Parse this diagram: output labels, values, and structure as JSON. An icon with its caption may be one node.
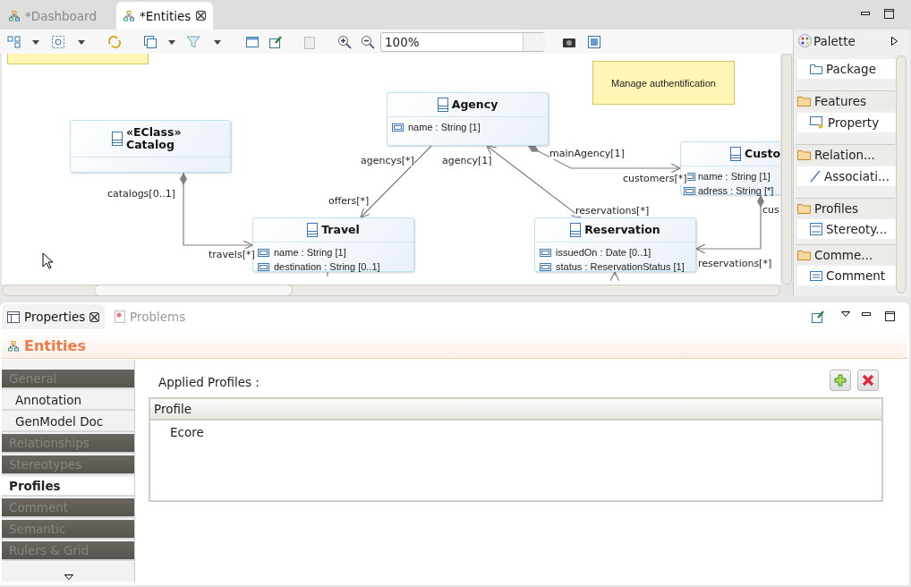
{
  "diagram": {
    "nodes": [
      {
        "text": [],
        "shape": "box"
      },
      {
        "text": [
          "Manage authentification"
        ]
      },
      {
        "text": [
          "Agency",
          "name : String [1]"
        ]
      },
      {
        "text": [
          "«EClass» Catalog"
        ]
      },
      {
        "text": [
          "Custo",
          "name : String [1]",
          "adress : String [*]"
        ]
      },
      {
        "text": [
          "Travel",
          "name : String [1]",
          "destination : String [0..1]"
        ]
      },
      {
        "text": [
          "Reservation",
          "issuedOn : Date [0..1]",
          "status : ReservationStatus [1]"
        ]
      }
    ],
    "edges": [
      {
        "from": 3,
        "to": 5,
        "arrow": "to"
      },
      {
        "from": 2,
        "to": 5,
        "arrow": "to"
      },
      {
        "from": 2,
        "to": 6,
        "arrow": "both"
      },
      {
        "from": 2,
        "to": 4,
        "arrow": "to"
      },
      {
        "from": 4,
        "to": 6,
        "arrow": "to"
      },
      {
        "from": 5,
        "to": null,
        "arrow": "none"
      },
      {
        "from": null,
        "to": 6,
        "arrow": "to"
      }
    ],
    "labels": [
      "*Dashboard",
      "*Entities",
      "100%",
      "Palette",
      "Package",
      "Features",
      "Property",
      "Relation...",
      "Associati...",
      "Profiles",
      "Stereoty...",
      "Comme...",
      "Comment",
      "mainAgency[1]",
      "agencys[*]",
      "agency[1]",
      "customers[*]",
      "catalogs[0..1]",
      "offers[*]",
      "reservations[*]",
      "cus",
      "travels[*]",
      "reservations[*]",
      "Properties",
      "Problems",
      "Entities",
      "General",
      "Annotation",
      "GenModel Doc",
      "Relationships",
      "Stereotypes",
      "Profiles",
      "Comment",
      "Semantic",
      "Rulers & Grid",
      "Applied Profiles :",
      "Profile",
      "Ecore"
    ]
  }
}
